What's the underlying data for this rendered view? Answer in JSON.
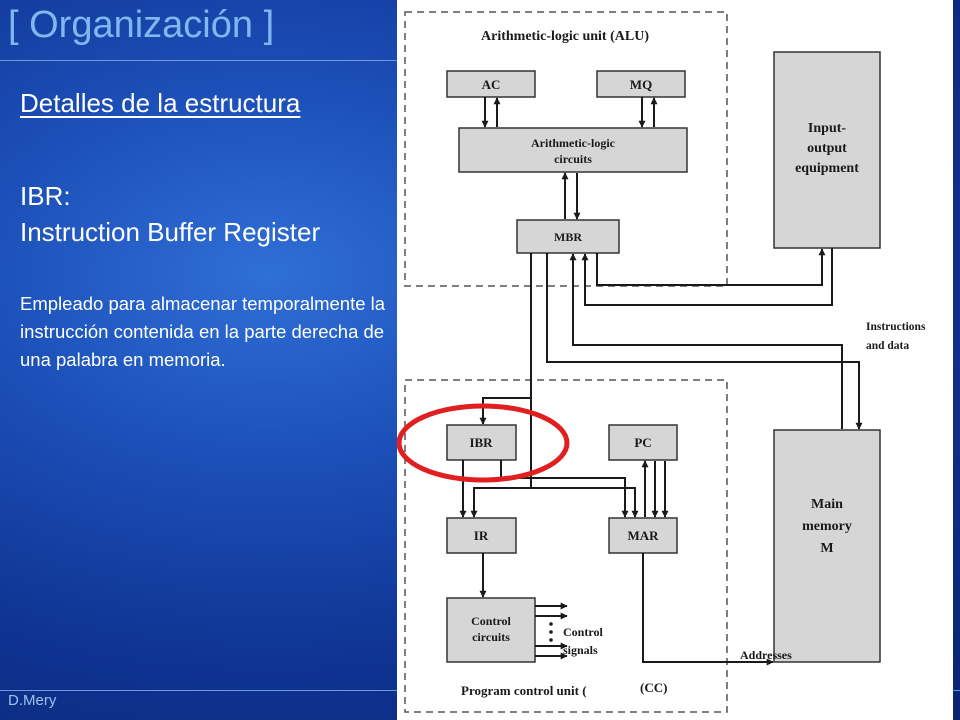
{
  "slide": {
    "title": "[ Organización ]",
    "subtitle": "Detalles de la estructura",
    "term_line1": "IBR:",
    "term_line2": "Instruction Buffer Register",
    "description": "Empleado para almacenar temporalmente la instrucción contenida en la parte derecha de una palabra en memoria.",
    "footer": "D.Mery"
  },
  "diagram": {
    "alu_title": "Arithmetic-logic unit (ALU)",
    "ac": "AC",
    "mq": "MQ",
    "alc_line1": "Arithmetic-logic",
    "alc_line2": "circuits",
    "mbr": "MBR",
    "io_line1": "Input-",
    "io_line2": "output",
    "io_line3": "equipment",
    "instr_line1": "Instructions",
    "instr_line2": "and data",
    "ibr": "IBR",
    "pc": "PC",
    "ir": "IR",
    "mar": "MAR",
    "mem_line1": "Main",
    "mem_line2": "memory",
    "mem_line3": "M",
    "cc_line1": "Control",
    "cc_line2": "circuits",
    "cs_line1": "Control",
    "cs_line2": "signals",
    "addresses": "Addresses",
    "pcu_title": "Program control unit (",
    "cc_tag": "(CC)",
    "highlight_color": "#e02020"
  }
}
